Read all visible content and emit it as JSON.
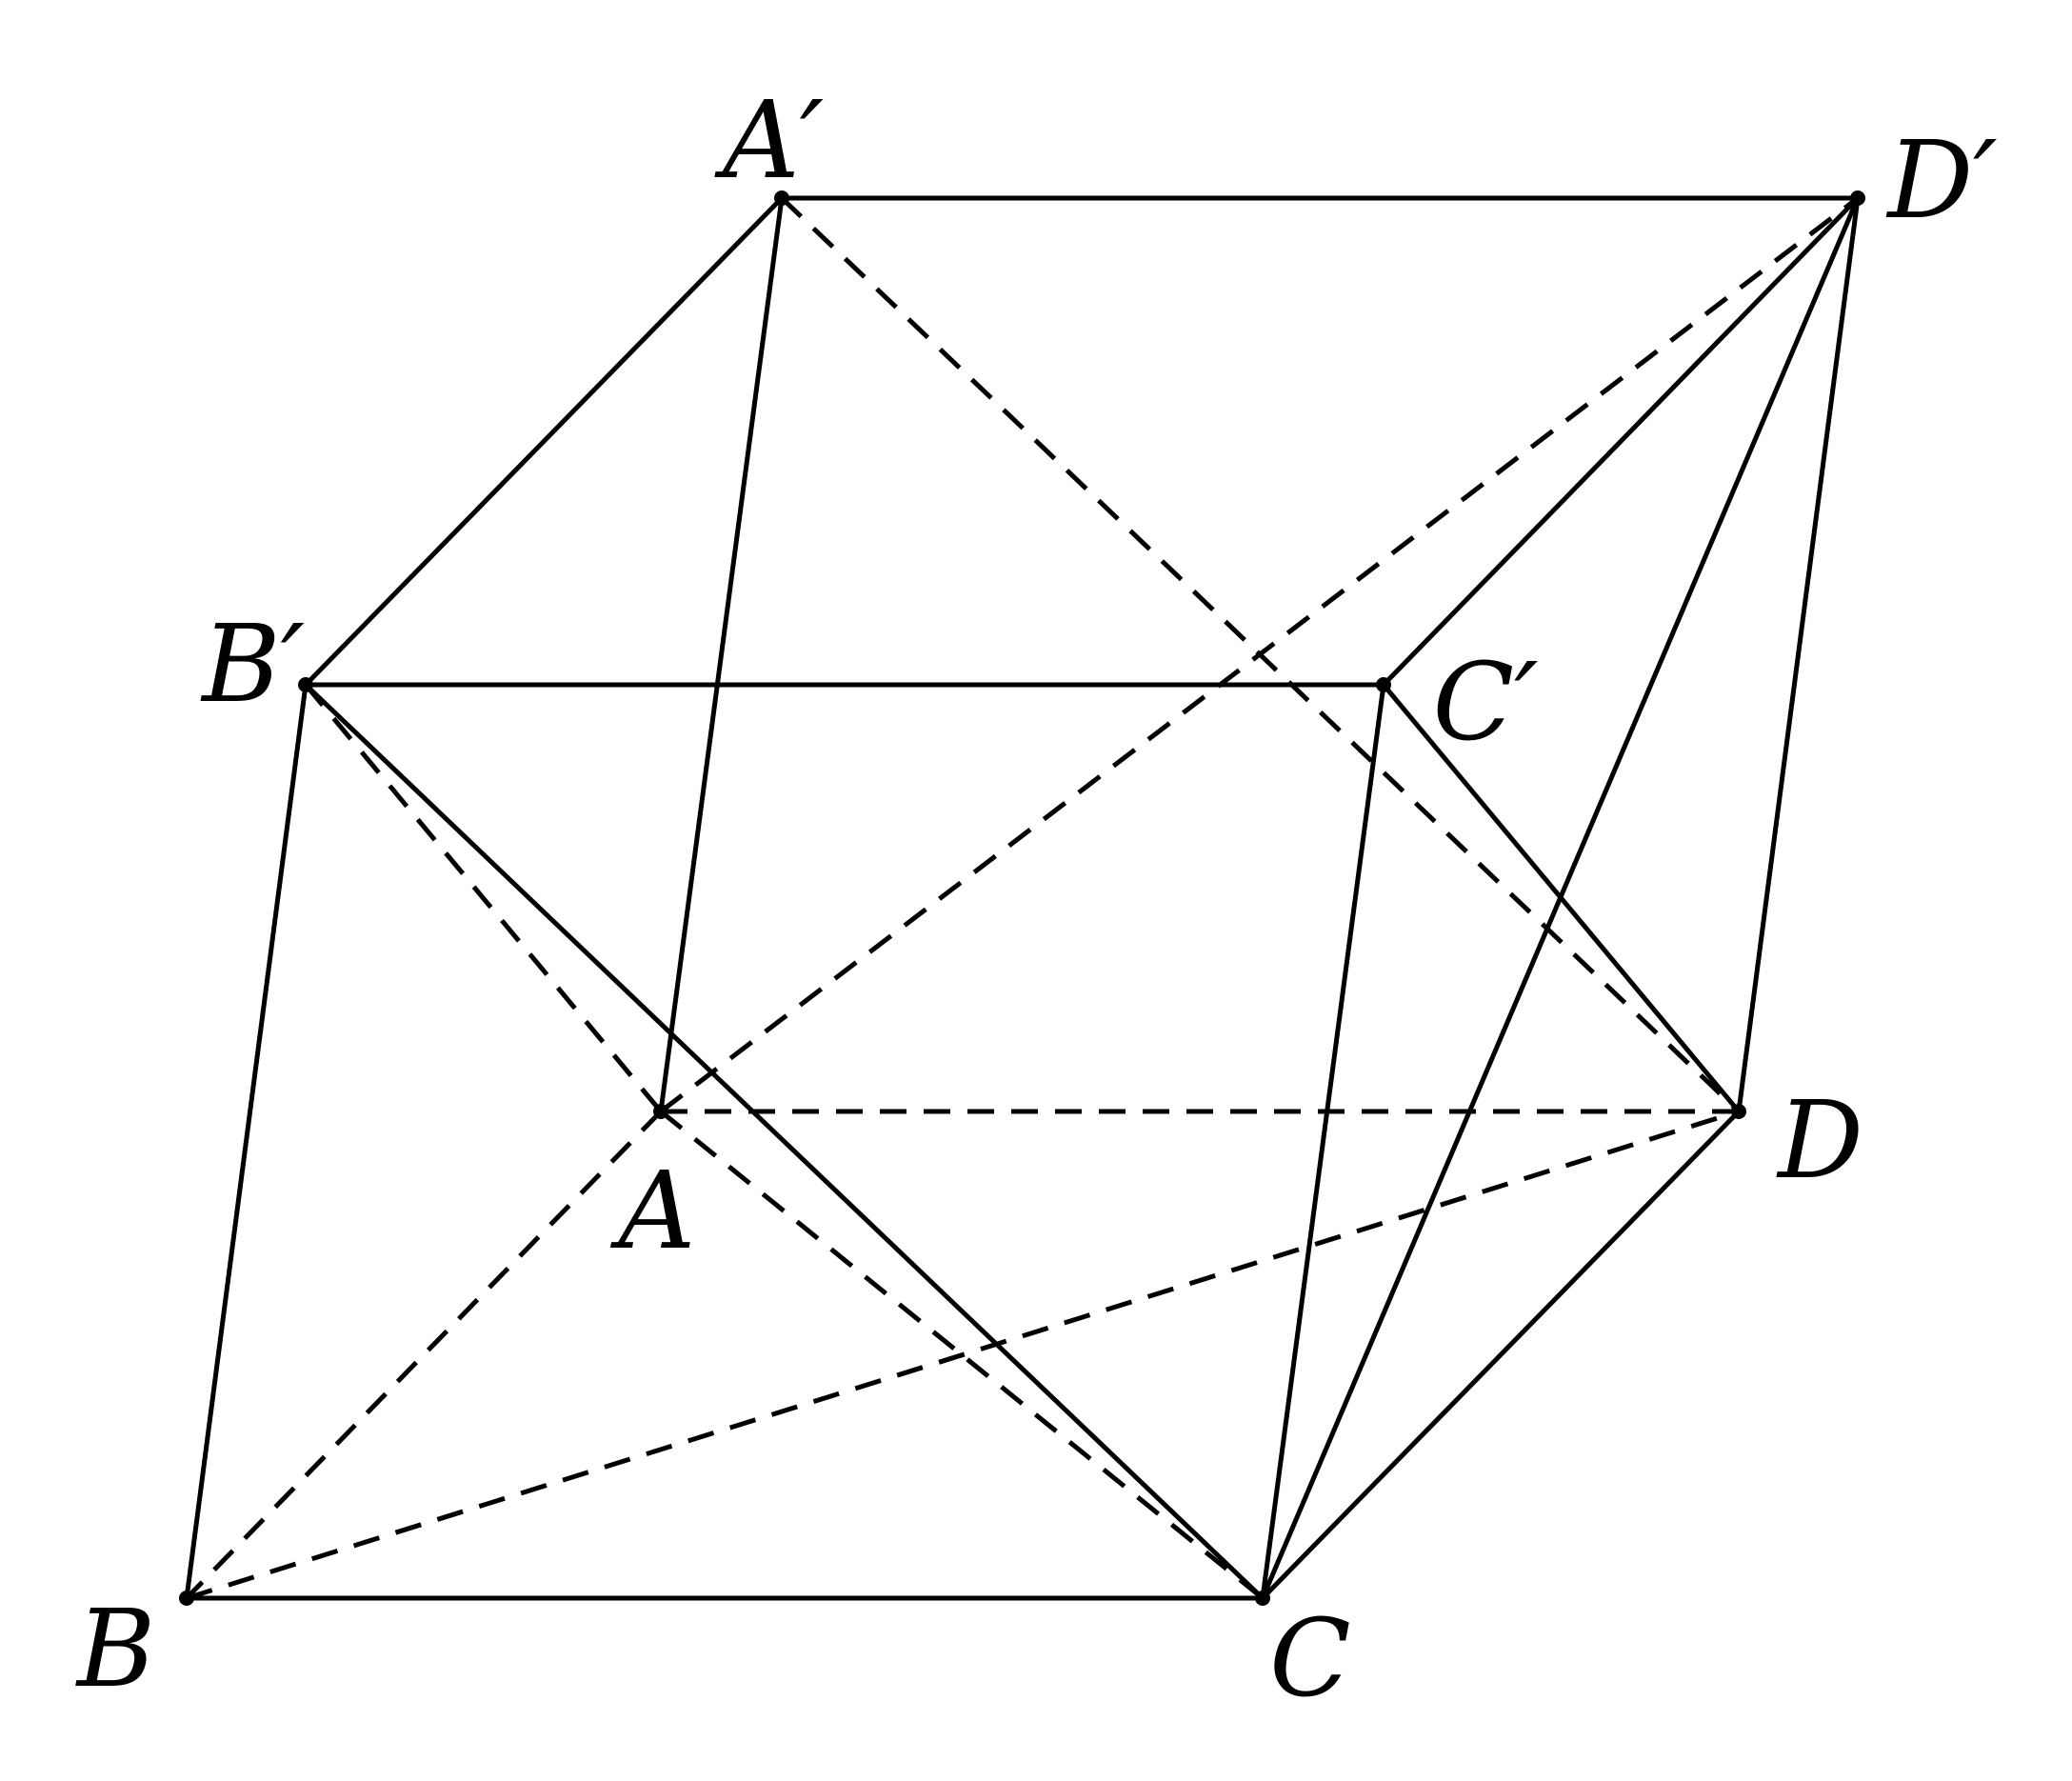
{
  "diagram": {
    "type": "parallelepiped",
    "vertices": [
      {
        "id": "A",
        "label": "A"
      },
      {
        "id": "B",
        "label": "B"
      },
      {
        "id": "C",
        "label": "C"
      },
      {
        "id": "D",
        "label": "D"
      },
      {
        "id": "A1",
        "label": "A′"
      },
      {
        "id": "B1",
        "label": "B′"
      },
      {
        "id": "C1",
        "label": "C′"
      },
      {
        "id": "D1",
        "label": "D′"
      }
    ],
    "edges": [
      {
        "from": "A1",
        "to": "D1",
        "style": "solid"
      },
      {
        "from": "A1",
        "to": "B1",
        "style": "solid"
      },
      {
        "from": "A1",
        "to": "A",
        "style": "solid"
      },
      {
        "from": "B1",
        "to": "C1",
        "style": "solid"
      },
      {
        "from": "B1",
        "to": "B",
        "style": "solid"
      },
      {
        "from": "B1",
        "to": "C",
        "style": "solid"
      },
      {
        "from": "C1",
        "to": "D1",
        "style": "solid"
      },
      {
        "from": "C1",
        "to": "C",
        "style": "solid"
      },
      {
        "from": "C1",
        "to": "D",
        "style": "solid"
      },
      {
        "from": "D1",
        "to": "D",
        "style": "solid"
      },
      {
        "from": "D1",
        "to": "C",
        "style": "solid"
      },
      {
        "from": "B",
        "to": "C",
        "style": "solid"
      },
      {
        "from": "C",
        "to": "D",
        "style": "solid"
      },
      {
        "from": "A1",
        "to": "D",
        "style": "dashed"
      },
      {
        "from": "A",
        "to": "D1",
        "style": "dashed"
      },
      {
        "from": "A",
        "to": "D",
        "style": "dashed"
      },
      {
        "from": "A",
        "to": "B",
        "style": "dashed"
      },
      {
        "from": "B",
        "to": "D",
        "style": "dashed"
      },
      {
        "from": "B1",
        "to": "A",
        "style": "dashed"
      },
      {
        "from": "A",
        "to": "C",
        "style": "dashed"
      }
    ]
  }
}
